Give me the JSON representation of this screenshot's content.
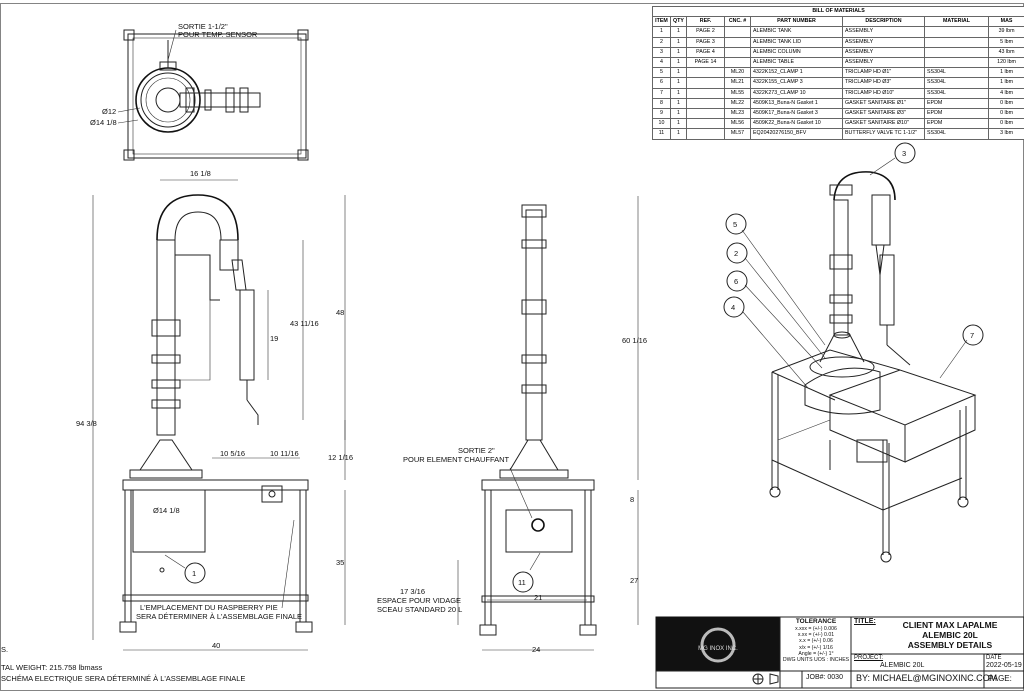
{
  "bom": {
    "title": "BILL OF MATERIALS",
    "headers": [
      "ITEM",
      "QTY",
      "REF.",
      "CNC. #",
      "PART NUMBER",
      "DESCRIPTION",
      "MATERIAL",
      "MAS"
    ],
    "rows": [
      [
        "1",
        "1",
        "PAGE 2",
        "",
        "ALEMBIC TANK",
        "ASSEMBLY",
        "",
        "39 lbm"
      ],
      [
        "2",
        "1",
        "PAGE 3",
        "",
        "ALEMBIC TANK LID",
        "ASSEMBLY",
        "",
        "5 lbm"
      ],
      [
        "3",
        "1",
        "PAGE 4",
        "",
        "ALEMBIC COLUMN",
        "ASSEMBLY",
        "",
        "43 lbm"
      ],
      [
        "4",
        "1",
        "PAGE 14",
        "",
        "ALEMBIC TABLE",
        "ASSEMBLY",
        "",
        "120 lbm"
      ],
      [
        "5",
        "1",
        "",
        "ML20",
        "4322K152_CLAMP 1",
        "TRICLAMP HD Ø1\"",
        "SS304L",
        "1 lbm"
      ],
      [
        "6",
        "1",
        "",
        "ML21",
        "4322K155_CLAMP 3",
        "TRICLAMP HD Ø3\"",
        "SS304L",
        "1 lbm"
      ],
      [
        "7",
        "1",
        "",
        "ML55",
        "4322K273_CLAMP 10",
        "TRICLAMP HD Ø10\"",
        "SS304L",
        "4 lbm"
      ],
      [
        "8",
        "1",
        "",
        "ML22",
        "4509K13_Buna-N Gasket 1",
        "GASKET SANITAIRE Ø1\"",
        "EPDM",
        "0 lbm"
      ],
      [
        "9",
        "1",
        "",
        "ML23",
        "4509K17_Buna-N Gasket 3",
        "GASKET SANITAIRE Ø3\"",
        "EPDM",
        "0 lbm"
      ],
      [
        "10",
        "1",
        "",
        "ML56",
        "4509K22_Buna-N Gasket 10",
        "GASKET SANITAIRE Ø10\"",
        "EPDM",
        "0 lbm"
      ],
      [
        "11",
        "1",
        "",
        "ML57",
        "EQ20420276150_BFV",
        "BUTTERFLY VALVE TC 1-1/2\"",
        "SS304L",
        "3 lbm"
      ]
    ]
  },
  "annotations": {
    "sortie_top_1": "SORTIE 1-1/2\"",
    "sortie_top_2": "POUR TEMP. SENSOR",
    "d12": "Ø12",
    "d14_top": "Ø14 1/8",
    "dim_16": "16 1/8",
    "dim_48": "48",
    "dim_43": "43 11/16",
    "dim_19": "19",
    "dim_94": "94 3/8",
    "dim_10a": "10 5/16",
    "dim_10b": "10 11/16",
    "dim_12": "12 1/16",
    "d14_tank": "Ø14 1/8",
    "dim_35": "35",
    "dim_40": "40",
    "rpi_1": "L'EMPLACEMENT DU RASPBERRY PIE",
    "rpi_2": "SERA DÉTERMINER À L'ASSEMBLAGE FINALE",
    "dim_60": "60 1/16",
    "sortie2_1": "SORTIE 2\"",
    "sortie2_2": "POUR ELEMENT CHAUFFANT",
    "dim_8": "8",
    "dim_27": "27",
    "dim_21": "21",
    "dim_24": "24",
    "dim_17": "17 3/16",
    "vidage_1": "ESPACE POUR VIDAGE",
    "vidage_2": "SCEAU STANDARD 20 L",
    "balloons": [
      "1",
      "2",
      "3",
      "4",
      "5",
      "6",
      "7",
      "11"
    ],
    "notes_s": "S.",
    "total_weight": "TAL WEIGHT: 215.758 lbmass",
    "schema": "SCHÉMA ELECTRIQUE SERA DÉTERMINÉ À L'ASSEMBLAGE FINALE"
  },
  "title_block": {
    "logo": "MG INOX INC.",
    "tolerance_title": "TOLERANCE",
    "tol_lines": [
      "x.xxx = (+/-) 0.006",
      "x.xx = (+/-) 0.01",
      "x.x = (+/-) 0.06",
      "x/x = (+/-) 1/16",
      "Angle = (+/-) 1°"
    ],
    "units": "DWG UNITS UOS : INCHES",
    "title_label": "TITLE:",
    "title_1": "CLIENT MAX LAPALME",
    "title_2": "ALEMBIC 20L",
    "title_3": "ASSEMBLY DETAILS",
    "project_label": "PROJECT:",
    "project": "ALEMBIC 20L",
    "date_label": "DATE",
    "date": "2022-05-19",
    "job": "JOB#: 0030",
    "by": "BY: MICHAEL@MGINOXINC.COM",
    "page": "PAGE:"
  }
}
